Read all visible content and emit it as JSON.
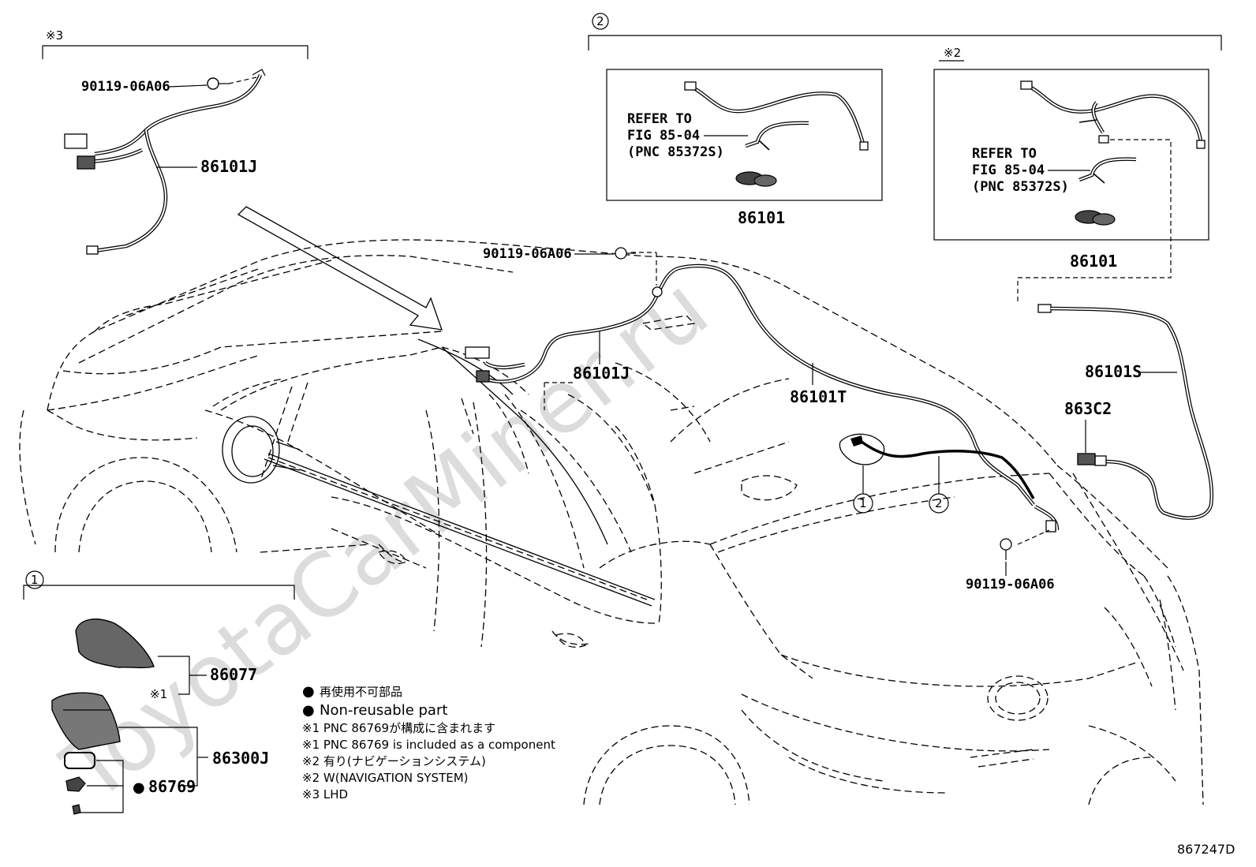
{
  "watermark": "ToyotaCarMiner.ru",
  "figure_code": "867247D",
  "groups": {
    "lhd_group_mark": "※3",
    "navi_section_number": "2",
    "navi_variant_mark": "※2",
    "antenna_section_number": "1"
  },
  "parts": {
    "p86101J_top": "86101J",
    "p86101J_main": "86101J",
    "p86101T": "86101T",
    "p86101S": "86101S",
    "p863C2": "863C2",
    "p86101_box1": "86101",
    "p86101_box2": "86101",
    "p86077": "86077",
    "p86300J": "86300J",
    "p86769": "86769",
    "bolt_top_left": "90119-06A06",
    "bolt_roof": "90119-06A06",
    "bolt_rear": "90119-06A06"
  },
  "refer_box1": [
    "REFER TO",
    "FIG 85-04",
    "(PNC 85372S)"
  ],
  "refer_box2": [
    "REFER TO",
    "FIG 85-04",
    "(PNC 85372S)"
  ],
  "callouts": {
    "callout_1": "1",
    "callout_2": "2",
    "note_mark_86077": "※1"
  },
  "legend": {
    "bullet": "●",
    "line1_jp": "再使用不可部品",
    "line2_en": "Non-reusable part",
    "line3_jp": "※1 PNC 86769が構成に含まれます",
    "line4_en": "※1 PNC 86769 is included as a component",
    "line5_jp": "※2 有り(ナビゲーションシステム)",
    "line6_en": "※2 W(NAVIGATION SYSTEM)",
    "line7": "※3 LHD"
  }
}
